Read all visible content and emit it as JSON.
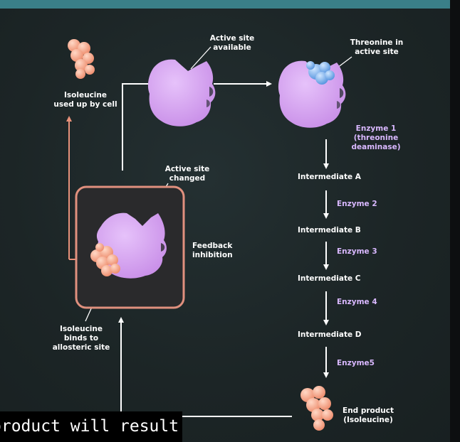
{
  "diagram": {
    "labels": {
      "active_site_available": "Active site\navailable",
      "threonine_in_active_site": "Threonine in\nactive site",
      "isoleucine_used_up": "Isoleucine\nused up by cell",
      "enzyme1": "Enzyme 1\n(threonine\ndeaminase)",
      "active_site_changed": "Active site\nchanged",
      "intermediate_a": "Intermediate A",
      "enzyme2": "Enzyme 2",
      "intermediate_b": "Intermediate B",
      "feedback_inhibition": "Feedback\ninhibition",
      "enzyme3": "Enzyme 3",
      "intermediate_c": "Intermediate C",
      "enzyme4": "Enzyme 4",
      "isoleucine_binds": "Isoleucine\nbinds to\nallosteric site",
      "intermediate_d": "Intermediate D",
      "enzyme5": "Enzyme5",
      "end_product": "End product\n(Isoleucine)"
    },
    "colors": {
      "enzyme": "#d9a8f2",
      "isoleucine": "#f4a98a",
      "threonine": "#7fb5f0",
      "feedback_arrow": "#e8917a",
      "arrows": "#ffffff",
      "enzyme_label": "#d9b8ff"
    }
  },
  "overlay_caption": "product will result."
}
